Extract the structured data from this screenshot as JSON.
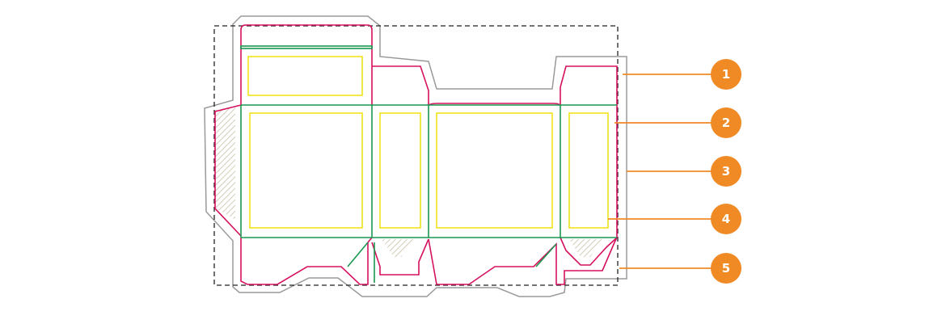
{
  "colors": {
    "background": "#ffffff",
    "bleed_outline": "#9a9a9a",
    "cut_line": "#d6105f",
    "fold_line": "#1a9850",
    "safe_area": "#f2e21b",
    "trim_box": "#222222",
    "glue_hatch": "#c9bfa6",
    "callout": "#f08a24",
    "callout_text": "#ffffff"
  },
  "callouts": [
    {
      "label": "1"
    },
    {
      "label": "2"
    },
    {
      "label": "3"
    },
    {
      "label": "4"
    },
    {
      "label": "5"
    }
  ]
}
